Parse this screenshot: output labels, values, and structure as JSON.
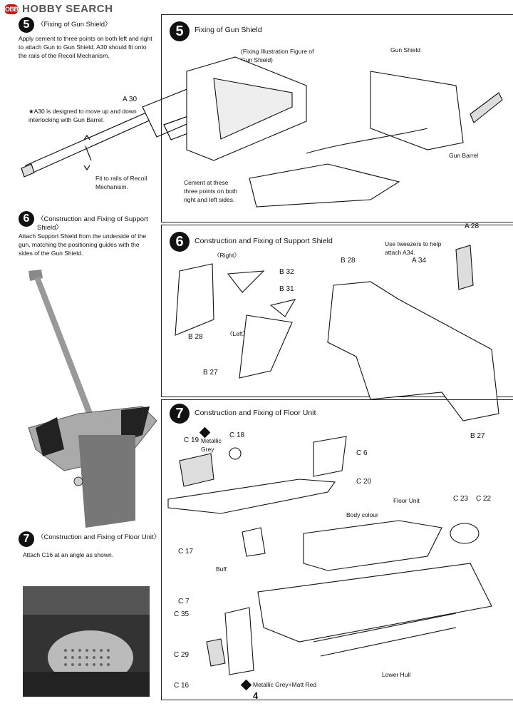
{
  "logo": {
    "badge": "HOBBY",
    "text": "HOBBY SEARCH"
  },
  "left": {
    "step5": {
      "num": "5",
      "title": "〈Fixing of Gun Shield〉",
      "text": "Apply cement to three points on both left and right to attach Gun to Gun Shield. A30 should fit onto the rails of the Recoil Mechanism."
    },
    "labels": {
      "a30": "A 30",
      "note": "★A30 is designed to move up and down interlocking with Gun Barrel.",
      "fit": "Fit to rails of Recoil Mechanism."
    },
    "step6": {
      "num": "6",
      "title": "〈Construction and Fixing of Support Shield〉",
      "text": "Attach Support Shield from the underside of the gun, matching the positioning guides with the sides of the Gun Shield."
    },
    "step7": {
      "num": "7",
      "title": "〈Construction and Fixing of Floor Unit〉",
      "text": "Attach C16 at an angle as shown."
    }
  },
  "right": {
    "step5": {
      "num": "5",
      "title": "Fixing of Gun Shield",
      "fig": "(Fixing Illustration Figure of Gun Shield)",
      "gun_shield": "Gun Shield",
      "gun_barrel": "Gun Barrel",
      "cement": "Cement at these three points on both right and left sides."
    },
    "step6": {
      "num": "6",
      "title": "Construction and Fixing of Support Shield",
      "right": "〈Right〉",
      "left": "〈Left〉",
      "b32": "B 32",
      "b31": "B 31",
      "b28": "B 28",
      "b27": "B 27",
      "tweezers": "Use tweezers to help attach A34.",
      "a28": "A 28",
      "a34": "A 34",
      "b28b": "B 28",
      "b27b": "B 27"
    },
    "step7": {
      "num": "7",
      "title": "Construction and Fixing of Floor Unit",
      "c19": "C 19",
      "metallic": "Metallic Grey",
      "c18": "C 18",
      "c6": "C 6",
      "c20": "C 20",
      "floor_unit": "Floor Unit",
      "c23": "C 23",
      "c22": "C 22",
      "body_colour": "Body colour",
      "c17": "C 17",
      "buff": "Buff",
      "c7": "C 7",
      "c35": "C 35",
      "c29": "C 29",
      "c16": "C 16",
      "metallic_red": "Metallic Grey+Matt Red",
      "lower_hull": "Lower Hull"
    }
  },
  "page_number": "4"
}
